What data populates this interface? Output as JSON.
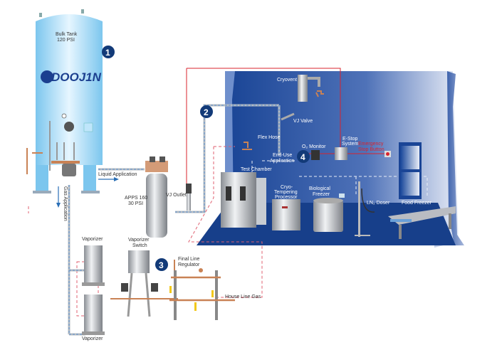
{
  "title": "Doojin Liquid Nitrogen Supply System",
  "brand": "DOOJ1N",
  "colors": {
    "room_blue": "#1e4a9a",
    "floor_blue": "#173f8a",
    "tank_blue": "#a9dcf5",
    "badge_navy": "#123a78",
    "red_line": "#d9232d",
    "pipe_blue": "#5a8fd0",
    "copper": "#c98255",
    "yellow": "#f2c81a"
  },
  "tank": {
    "line1": "Bulk Tank",
    "line2": "120 PSI"
  },
  "badges": [
    "1",
    "2",
    "3",
    "4"
  ],
  "labels": {
    "liquid_application": "Liquid Application",
    "gas_application": "Gas Application",
    "apps_line1": "APPS 160",
    "apps_line2": "30 PSI",
    "vj_outlet": "VJ Outlet",
    "cryovent": "Cryovent",
    "vj_valve": "VJ Valve",
    "flex_hose": "Flex Hose",
    "end_use_line1": "End-Use",
    "end_use_line2": "Application",
    "o2_monitor": "O₂ Monitor",
    "estop_line1": "E-Stop",
    "estop_line2": "System",
    "emergency_line1": "Emergency",
    "emergency_line2": "Stop Button",
    "test_chamber": "Test Chamber",
    "cryo_line1": "Cryo-",
    "cryo_line2": "Tempering",
    "cryo_line3": "Processor",
    "bio_line1": "Biological",
    "bio_line2": "Freezer",
    "ln2_doser": "LN₂ Doser",
    "food_freezer": "Food Freezer",
    "vaporizer_top": "Vaporizer",
    "vaporizer_bottom": "Vaporizer",
    "vap_switch_line1": "Vaporizer",
    "vap_switch_line2": "Switch",
    "final_line1": "Final Line",
    "final_line2": "Regulator",
    "house_line_gas": "House Line Gas"
  }
}
